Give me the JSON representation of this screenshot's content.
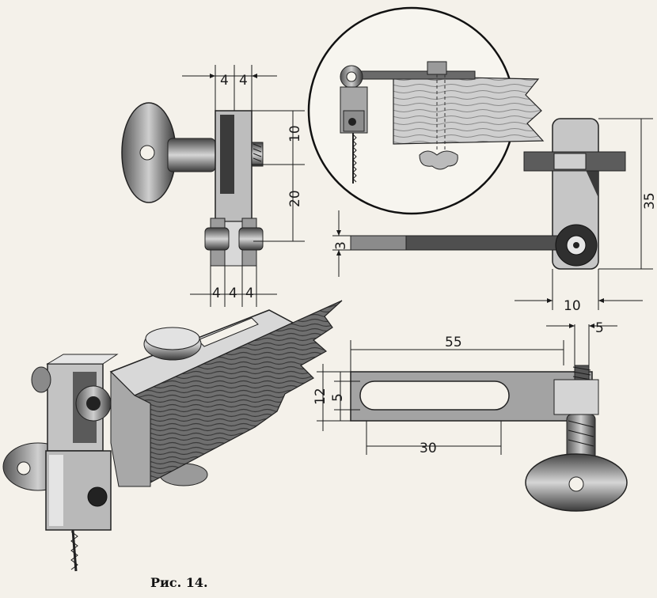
{
  "caption": "Рис. 14.",
  "dimensions": {
    "front_top_left": "4",
    "front_top_right": "4",
    "front_height_upper": "10",
    "front_height_lower": "20",
    "front_bottom_left": "4",
    "front_bottom_mid": "4",
    "front_bottom_right": "4",
    "side_height": "35",
    "side_width": "10",
    "side_arm_thickness": "3",
    "plate_length": "55",
    "plate_screw": "5",
    "plate_height": "12",
    "plate_slot_height": "5",
    "plate_slot_length": "30"
  }
}
